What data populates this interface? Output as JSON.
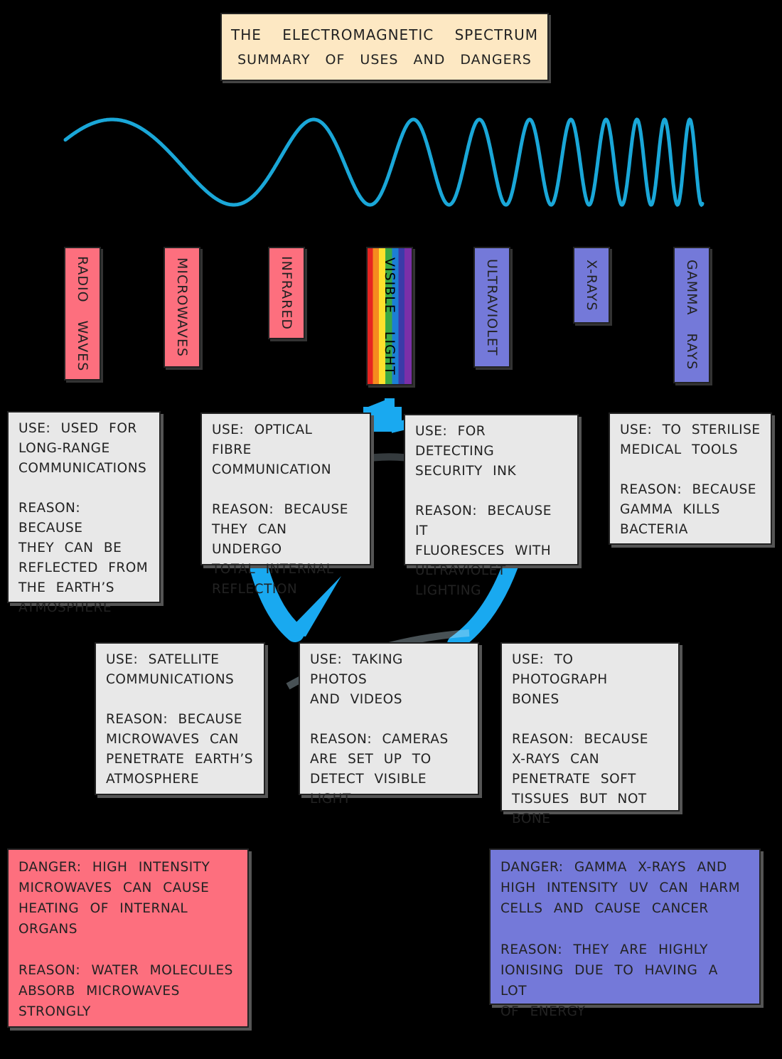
{
  "title": {
    "line1": "THE ELECTROMAGNETIC SPECTRUM",
    "line2": "SUMMARY OF USES AND DANGERS"
  },
  "colors": {
    "background": "#000000",
    "title_fill": "#fde8c3",
    "wave": "#1aa7d8",
    "low_frequency": "#fd6f7e",
    "high_frequency": "#7479d9",
    "info_fill": "#e8e8e8",
    "arrow": "#19a9f0"
  },
  "bands": [
    {
      "label": "RADIO WAVES",
      "fill": "#fd6f7e"
    },
    {
      "label": "MICROWAVES",
      "fill": "#fd6f7e"
    },
    {
      "label": "INFRARED",
      "fill": "#fd6f7e"
    },
    {
      "label": "VISIBLE LIGHT",
      "fill": "rainbow"
    },
    {
      "label": "ULTRAVIOLET",
      "fill": "#7479d9"
    },
    {
      "label": "X-RAYS",
      "fill": "#7479d9"
    },
    {
      "label": "GAMMA RAYS",
      "fill": "#7479d9"
    }
  ],
  "uses": {
    "radio": {
      "use": "USE: USED FOR\nLONG-RANGE\nCOMMUNICATIONS",
      "reason": "REASON: BECAUSE\nTHEY CAN BE\nREFLECTED FROM\nTHE EARTH’S\nATMOSPHERE"
    },
    "infrared": {
      "use": "USE: OPTICAL FIBRE\nCOMMUNICATION",
      "reason": "REASON: BECAUSE\nTHEY CAN UNDERGO\nTOTAL INTERNAL\nREFLECTION"
    },
    "ultraviolet": {
      "use": "USE: FOR DETECTING\nSECURITY INK",
      "reason": "REASON: BECAUSE IT\nFLUORESCES WITH\nULTRAVIOLET\nLIGHTING"
    },
    "gamma": {
      "use": "USE: TO STERILISE\nMEDICAL TOOLS",
      "reason": "REASON: BECAUSE\nGAMMA KILLS\nBACTERIA"
    },
    "microwaves": {
      "use": "USE: SATELLITE\nCOMMUNICATIONS",
      "reason": "REASON: BECAUSE\nMICROWAVES CAN\nPENETRATE EARTH’S\nATMOSPHERE"
    },
    "visible": {
      "use": "USE: TAKING PHOTOS\nAND VIDEOS",
      "reason": "REASON: CAMERAS\nARE SET UP TO\nDETECT VISIBLE\nLIGHT"
    },
    "xrays": {
      "use": "USE: TO PHOTOGRAPH\nBONES",
      "reason": "REASON: BECAUSE\nX-RAYS CAN\nPENETRATE SOFT\nTISSUES BUT NOT\nBONE"
    }
  },
  "dangers": {
    "low": {
      "danger": "DANGER: HIGH INTENSITY\nMICROWAVES CAN CAUSE\nHEATING OF INTERNAL\nORGANS",
      "reason": "REASON: WATER MOLECULES\nABSORB MICROWAVES\nSTRONGLY"
    },
    "high": {
      "danger": "DANGER: GAMMA X-RAYS AND\nHIGH INTENSITY UV CAN HARM\nCELLS AND CAUSE CANCER",
      "reason": "REASON: THEY ARE HIGHLY\nIONISING DUE TO HAVING A LOT\nOF ENERGY"
    }
  }
}
